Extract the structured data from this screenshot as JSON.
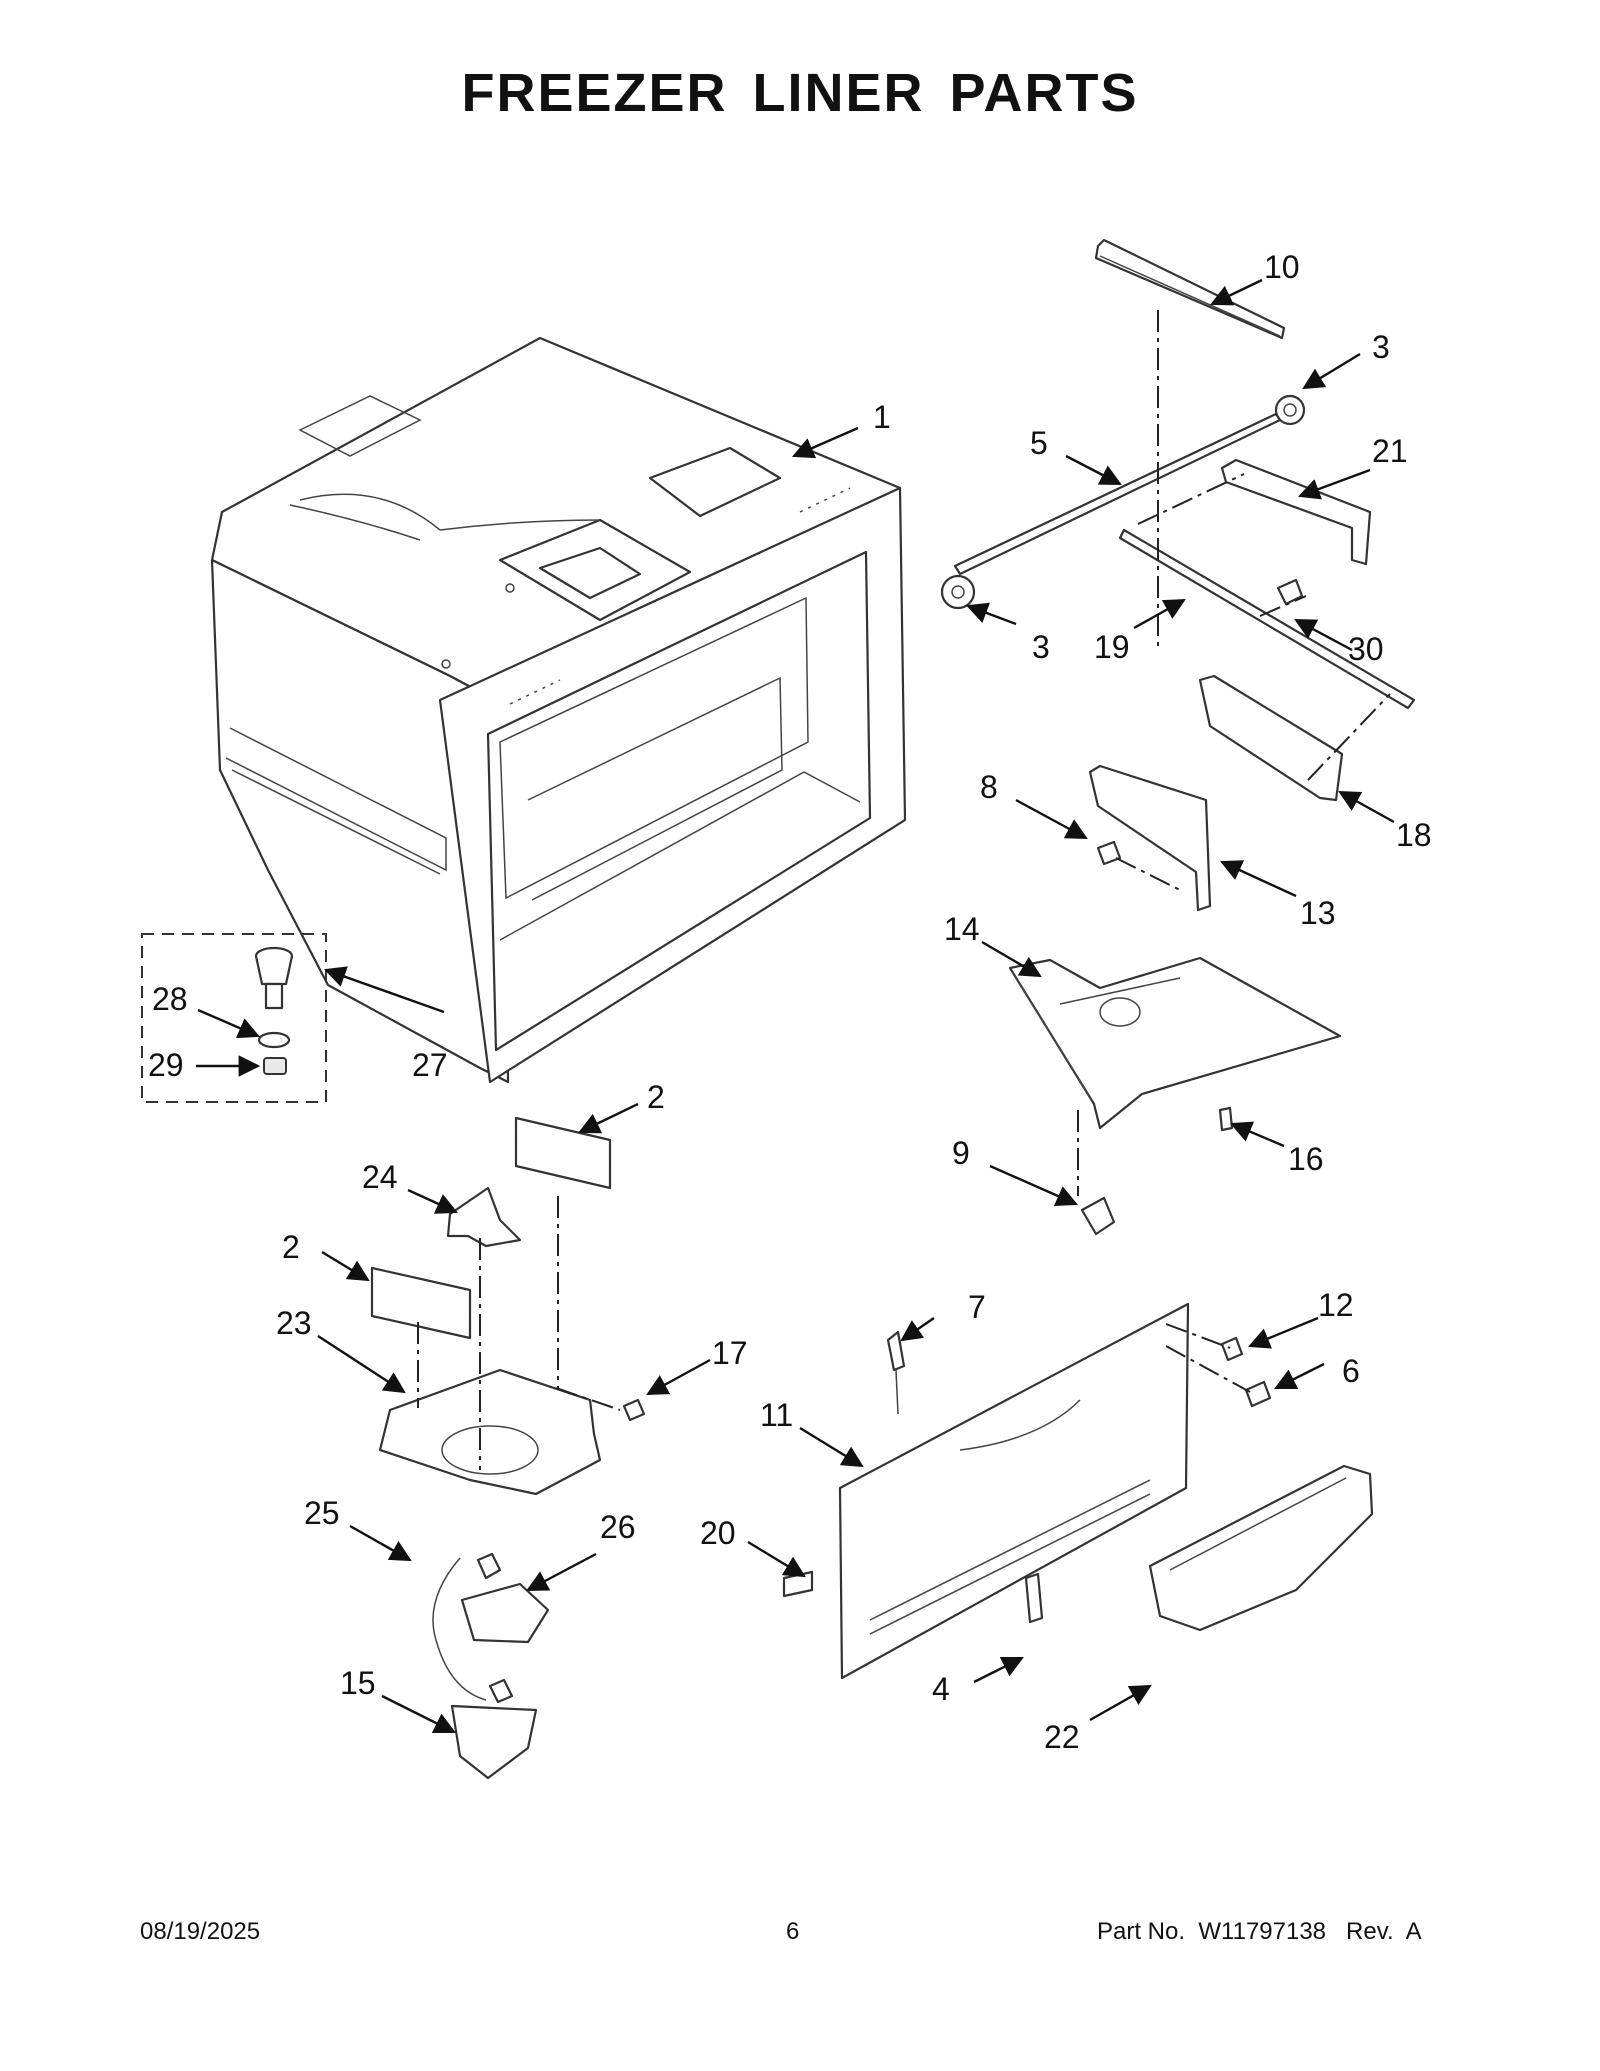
{
  "title": "FREEZER LINER PARTS",
  "footer": {
    "date": "08/19/2025",
    "page": "6",
    "part_label": "Part No.",
    "part_number": "W11797138",
    "rev_label": "Rev.",
    "rev": "A"
  },
  "callouts": {
    "c1": "1",
    "c2a": "2",
    "c2b": "2",
    "c3a": "3",
    "c3b": "3",
    "c4": "4",
    "c5": "5",
    "c6": "6",
    "c7": "7",
    "c8": "8",
    "c9": "9",
    "c10": "10",
    "c11": "11",
    "c12": "12",
    "c13": "13",
    "c14": "14",
    "c15": "15",
    "c16": "16",
    "c17": "17",
    "c18": "18",
    "c19": "19",
    "c20": "20",
    "c21": "21",
    "c22": "22",
    "c23": "23",
    "c24": "24",
    "c25": "25",
    "c26": "26",
    "c27": "27",
    "c28": "28",
    "c29": "29",
    "c30": "30"
  }
}
